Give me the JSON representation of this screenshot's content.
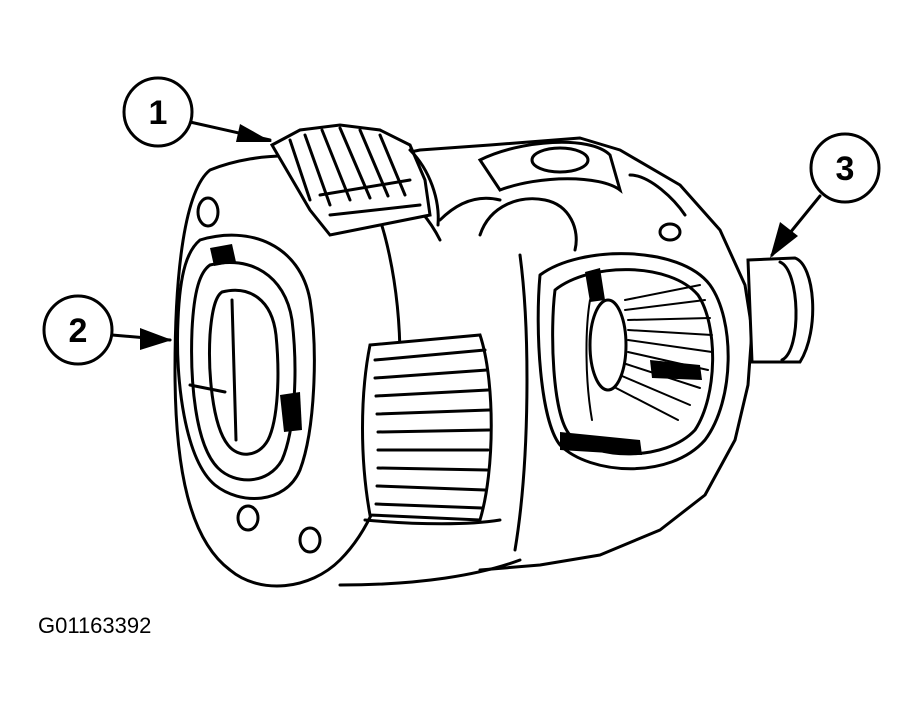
{
  "figure": {
    "code": "G01163392",
    "subject": "differential-assembly"
  },
  "callouts": [
    {
      "label": "1"
    },
    {
      "label": "2"
    },
    {
      "label": "3"
    }
  ],
  "colors": {
    "ink": "#000000",
    "paper": "#ffffff"
  }
}
